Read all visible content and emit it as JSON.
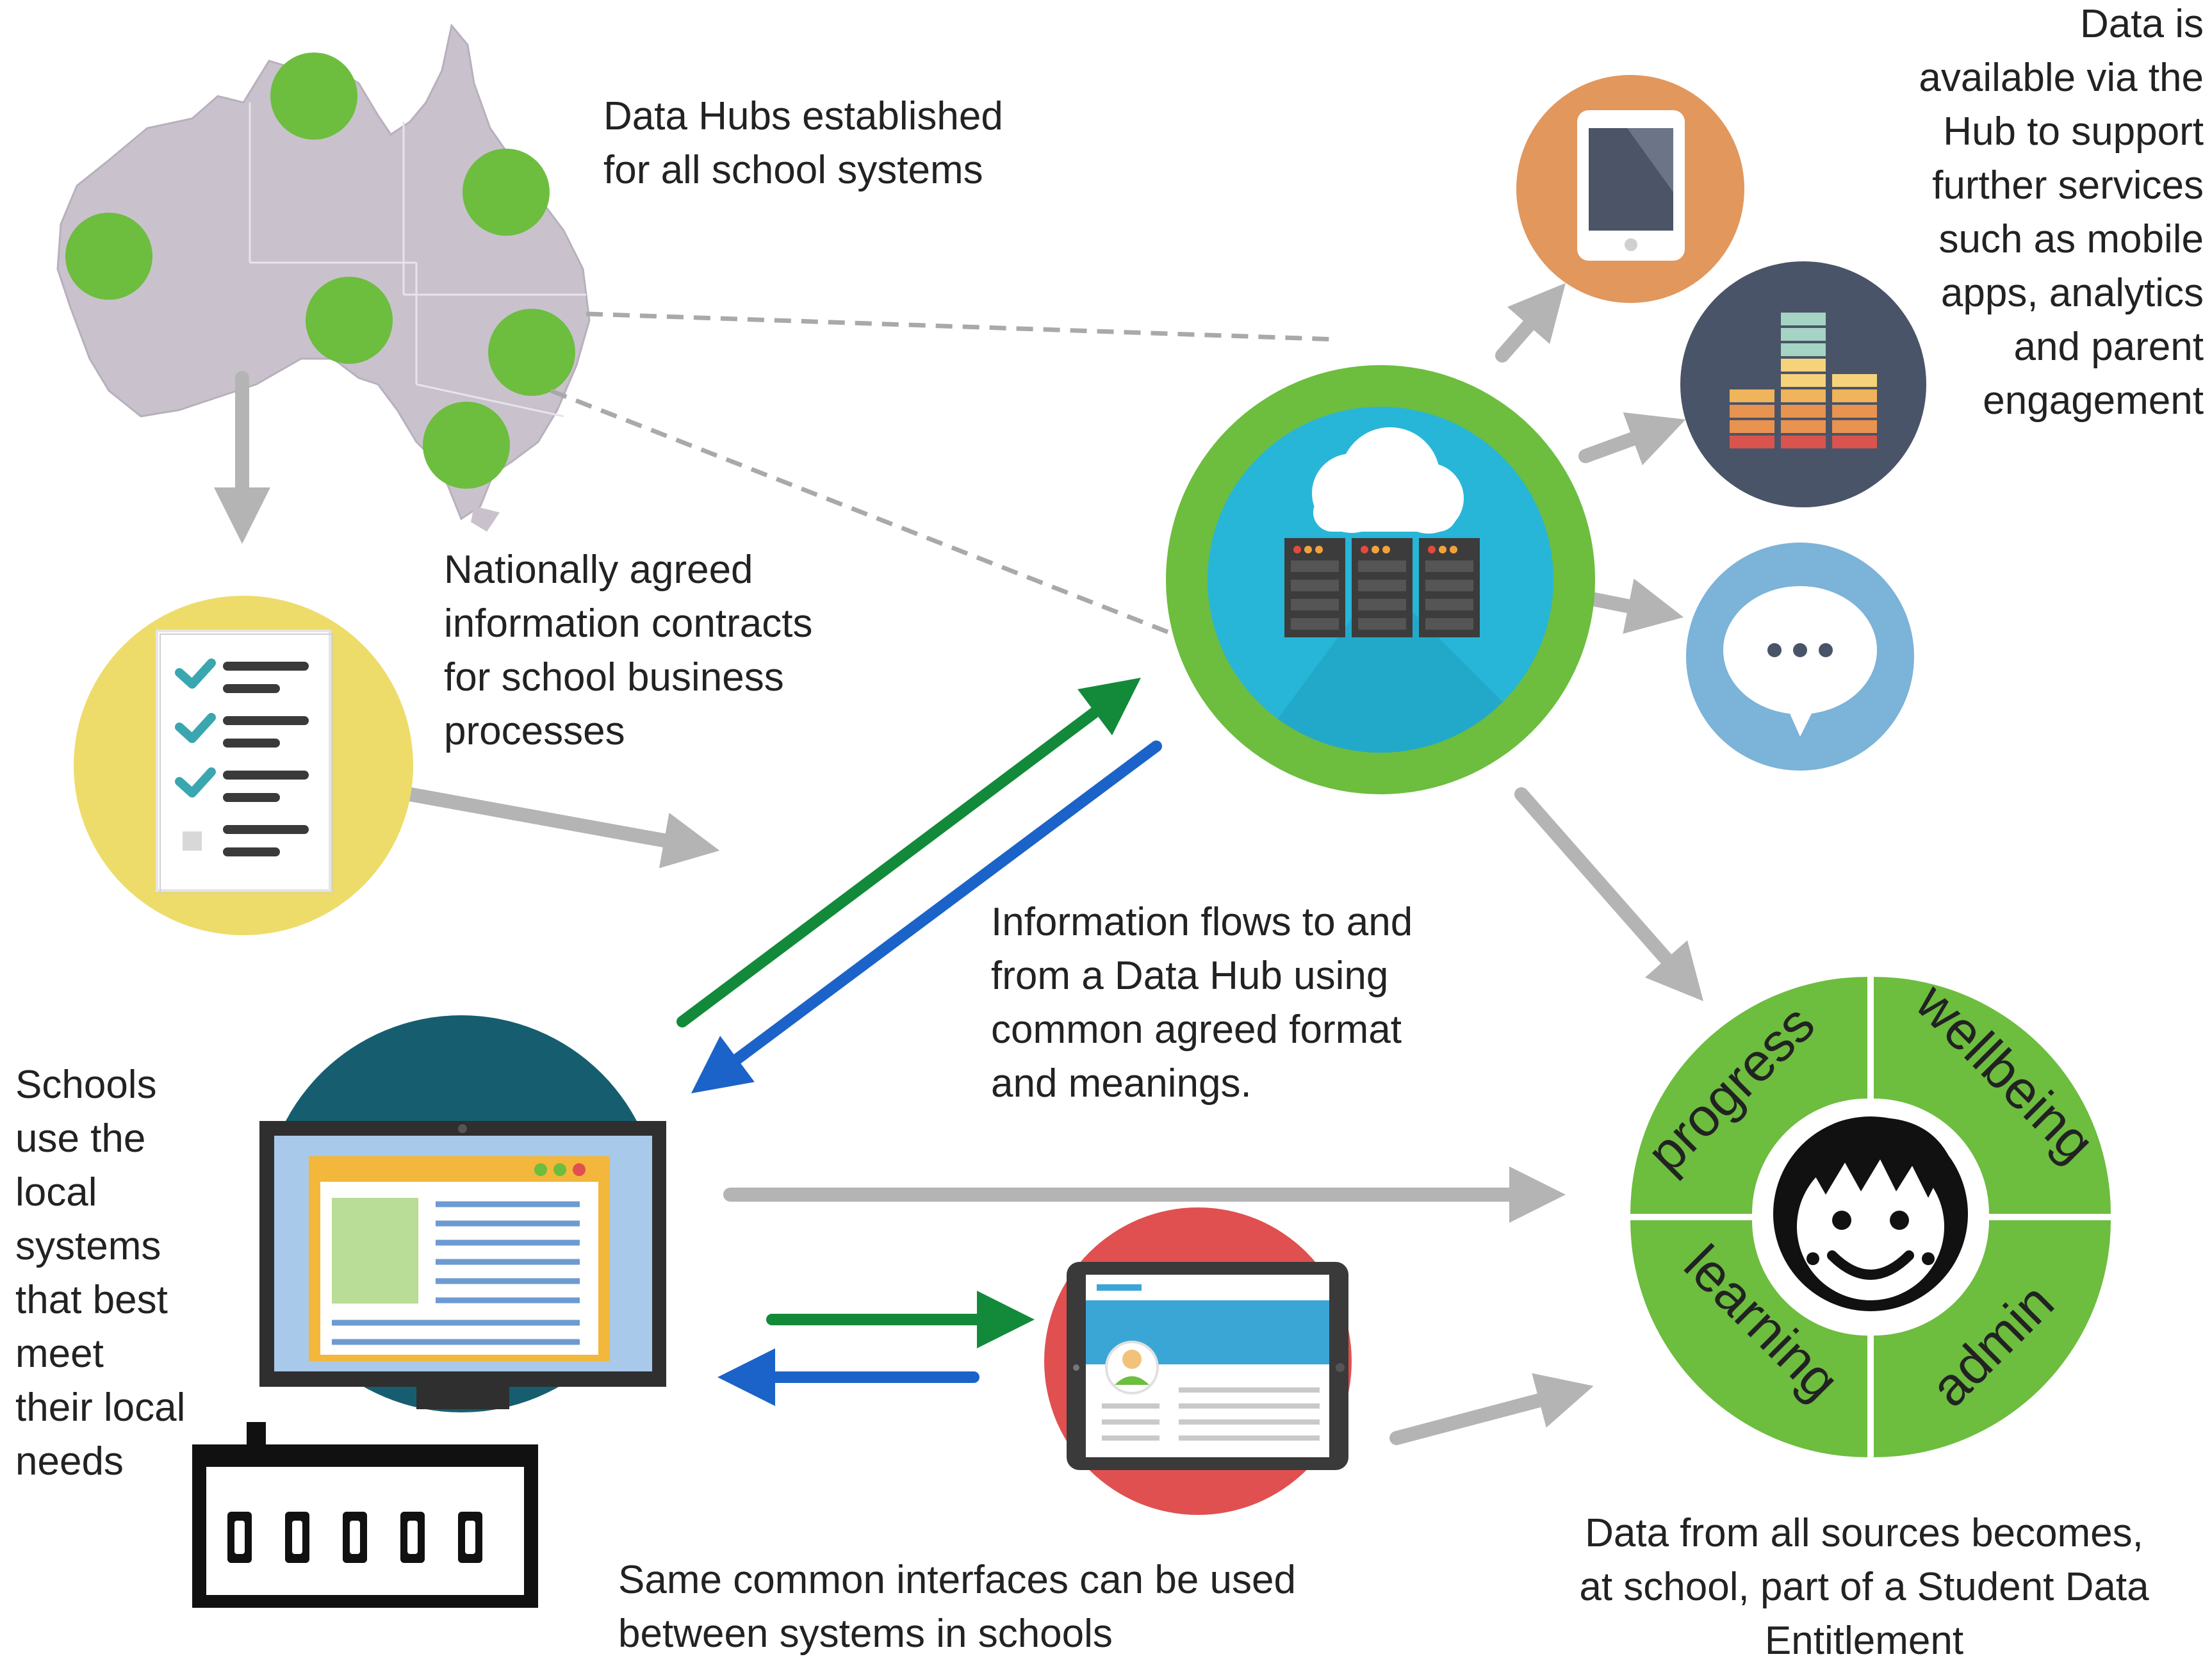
{
  "texts": {
    "data_hubs": "Data Hubs established\nfor all school systems",
    "contracts": "Nationally agreed\ninformation contracts\nfor school business\nprocesses",
    "info_flows": "Information flows to and\nfrom a Data Hub using\ncommon agreed format\nand meanings.",
    "schools": "Schools\nuse the\nlocal\nsystems\nthat best\nmeet\ntheir local\nneeds",
    "data_available": "Data is\navailable via the\nHub to support\nfurther services\nsuch as mobile\napps, analytics\nand parent\nengagement",
    "common_interfaces": "Same common interfaces can be used\nbetween systems in schools",
    "entitlement": "Data from all sources becomes,\nat school, part of a Student Data\nEntitlement"
  },
  "entitlement_segments": [
    "progress",
    "wellbeing",
    "learning",
    "admin"
  ],
  "icons": [
    "australia-map-icon",
    "checklist-icon",
    "cloud-server-icon",
    "tablet-icon",
    "analytics-icon",
    "chat-icon",
    "desktop-monitor-icon",
    "school-building-icon",
    "tablet-app-icon",
    "student-face-icon"
  ],
  "colors": {
    "hub_green": "#6dbd3f",
    "hub_blue": "#27b6d8",
    "arrow_gray": "#b4b4b4",
    "flow_green": "#138a3a",
    "flow_blue": "#1b63c8",
    "map": "#c9c2cd",
    "checklist_bg": "#eedc6a",
    "tablet_bg": "#e2975d",
    "analytics_bg": "#4a5468",
    "chat_bg": "#7cb3d8",
    "desktop_bg": "#165e6f",
    "app_bg": "#e05050"
  }
}
